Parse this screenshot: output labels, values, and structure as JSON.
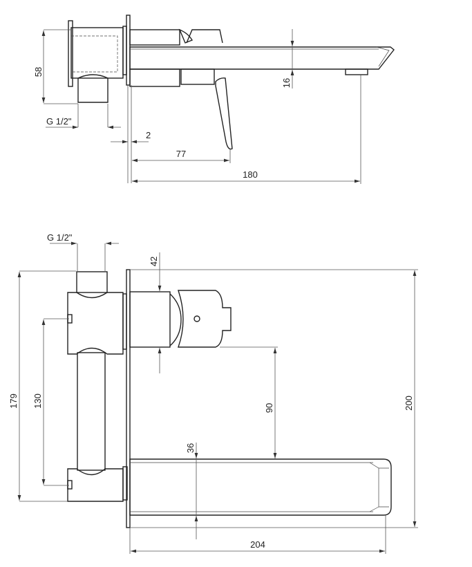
{
  "side_view": {
    "dimensions": {
      "height": "58",
      "thread": "G 1/2\"",
      "plate": "2",
      "lever": "77",
      "reach": "180",
      "spout": "16"
    }
  },
  "front_view": {
    "dimensions": {
      "thread": "G 1/2\"",
      "valve": "42",
      "spacing": "90",
      "total_height": "200",
      "box_height": "179",
      "inlet_spacing": "130",
      "spout": "36",
      "width": "204"
    }
  }
}
